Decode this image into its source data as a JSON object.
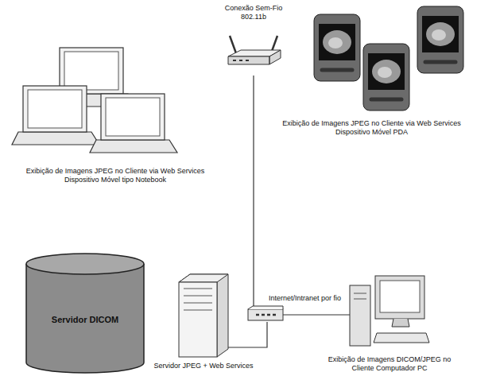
{
  "diagram": {
    "nodes": [
      {
        "text": [
          "Conexão Sem-Fio 802.11b"
        ]
      },
      {
        "text": [
          "Exibição de Imagens JPEG no Cliente via Web Services Dispositivo Móvel PDA"
        ]
      },
      {
        "text": [
          "Exibição de Imagens JPEG no Cliente via Web Services Dispositivo Móvel tipo Notebook"
        ]
      },
      {
        "text": [
          "Internet/Intranet por fio"
        ]
      },
      {
        "text": [
          "Servidor DICOM"
        ]
      },
      {
        "text": [
          "Servidor JPEG + Web Services"
        ]
      },
      {
        "text": [
          "Exibição de Imagens DICOM/JPEG no Cliente Computador PC"
        ]
      }
    ],
    "edges": [
      {
        "from": 0,
        "to": 3,
        "arrow": "none"
      },
      {
        "from": 5,
        "to": 3,
        "arrow": "none"
      },
      {
        "from": 3,
        "to": 6,
        "arrow": "none"
      }
    ]
  }
}
